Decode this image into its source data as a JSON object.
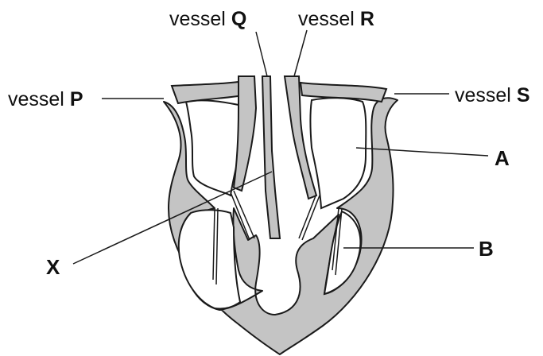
{
  "labels": {
    "vessel_word": "vessel",
    "vessel_p_letter": "P",
    "vessel_q_letter": "Q",
    "vessel_r_letter": "R",
    "vessel_s_letter": "S",
    "a": "A",
    "b": "B",
    "x": "X"
  },
  "colors": {
    "tissue_fill": "#c4c4c4",
    "outline": "#1a1a1a",
    "background": "#ffffff"
  }
}
